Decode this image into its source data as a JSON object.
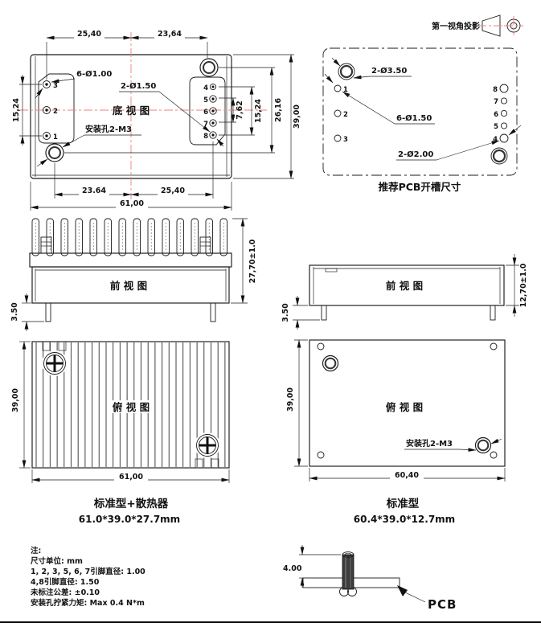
{
  "projection": {
    "label": "第一视角投影"
  },
  "bottom_view": {
    "title": "底 视 图",
    "dims": {
      "top_left": "25,40",
      "top_right": "23,64",
      "bottom_left": "23.64",
      "bottom_right": "25,40",
      "width": "61,00",
      "left": "15,24",
      "right_inner": "7,62",
      "right_mid": "15,24",
      "right_outer": "26,16",
      "height": "39,00"
    },
    "labels": {
      "small_pins": "6-Ø1.00",
      "large_pins": "2-Ø1.50",
      "mount": "安装孔2-M3"
    },
    "pins": {
      "p1": "1",
      "p2": "2",
      "p3": "3",
      "p4": "4",
      "p5": "5",
      "p6": "6",
      "p7": "7",
      "p8": "8"
    }
  },
  "pcb_cutout": {
    "caption": "推荐PCB开槽尺寸",
    "labels": {
      "mount_holes": "2-Ø3.50",
      "small_holes": "6-Ø1.50",
      "large_holes": "2-Ø2.00"
    },
    "pins": {
      "p1": "1",
      "p2": "2",
      "p3": "3",
      "p4": "4",
      "p5": "5",
      "p6": "6",
      "p7": "7",
      "p8": "8"
    }
  },
  "front_view_hs": {
    "title": "前 视 图",
    "dim_height": "27,70±1.0",
    "dim_pin": "3.50"
  },
  "front_view_std": {
    "title": "前 视 图",
    "dim_height": "12,70±1.0",
    "dim_pin": "3.50"
  },
  "top_view_hs": {
    "title": "俯 视 图",
    "dim_height": "39,00",
    "dim_width": "61,00",
    "caption_line1": "标准型+散热器",
    "caption_line2": "61.0*39.0*27.7mm"
  },
  "top_view_std": {
    "title": "俯 视 图",
    "dim_height": "39,00",
    "dim_width": "60,40",
    "label_mount": "安装孔2-M3",
    "caption_line1": "标准型",
    "caption_line2": "60.4*39.0*12.7mm"
  },
  "notes": {
    "lines": [
      "注:",
      "尺寸单位: mm",
      "1, 2, 3, 5, 6, 7引脚直径: 1.00",
      "4,8引脚直径: 1.50",
      "未标注公差: ±0.10",
      "安装孔拧紧力矩: Max 0.4 N*m"
    ]
  },
  "pcb_section": {
    "dim": "4.00",
    "label": "PCB"
  },
  "colors": {
    "centerline": "#ee8080",
    "line": "#1a1a1a"
  }
}
